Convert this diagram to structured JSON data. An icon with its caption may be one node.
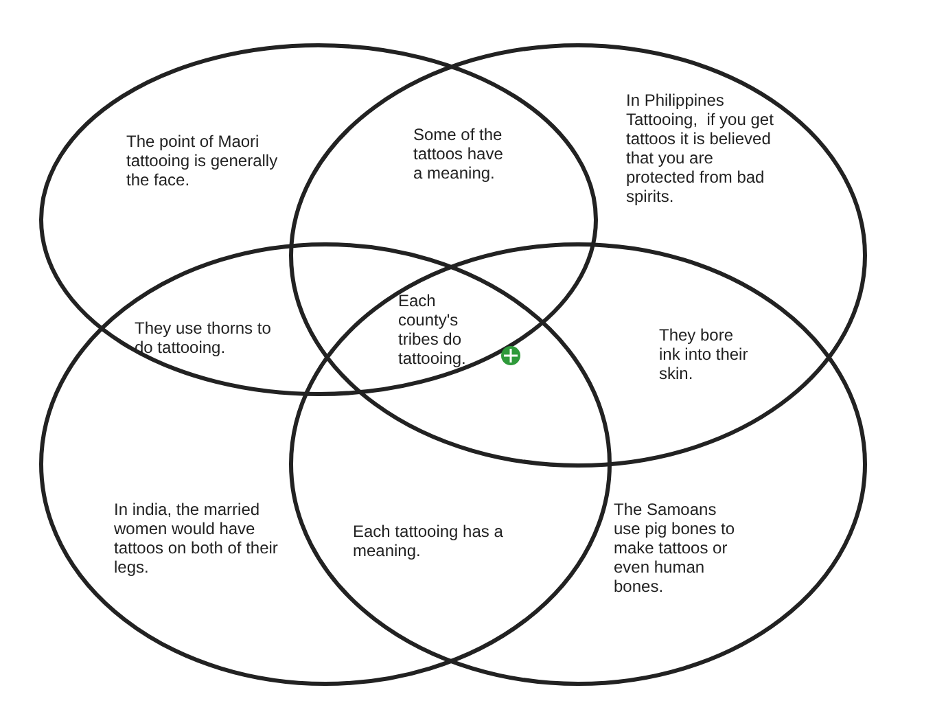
{
  "diagram": {
    "nodes": [
      {
        "text": [],
        "shape": "ellipse"
      },
      {
        "text": [],
        "shape": "ellipse"
      },
      {
        "text": [],
        "shape": "ellipse"
      },
      {
        "text": [],
        "shape": "ellipse"
      }
    ],
    "labels": [
      "The point of Maori tattooing is generally the face.",
      "Some of the tattoos have a meaning.",
      "In Philippines Tattooing,  if you get tattoos it is believed that you are protected from bad spirits.",
      "They use thorns to do tattooing.",
      "Each county's tribes do tattooing.",
      "They bore ink into their skin.",
      "In india, the married women would have tattoos on both of their legs.",
      "Each tattooing has a meaning.",
      "The Samoans use pig bones to make tattoos or even human bones."
    ]
  }
}
